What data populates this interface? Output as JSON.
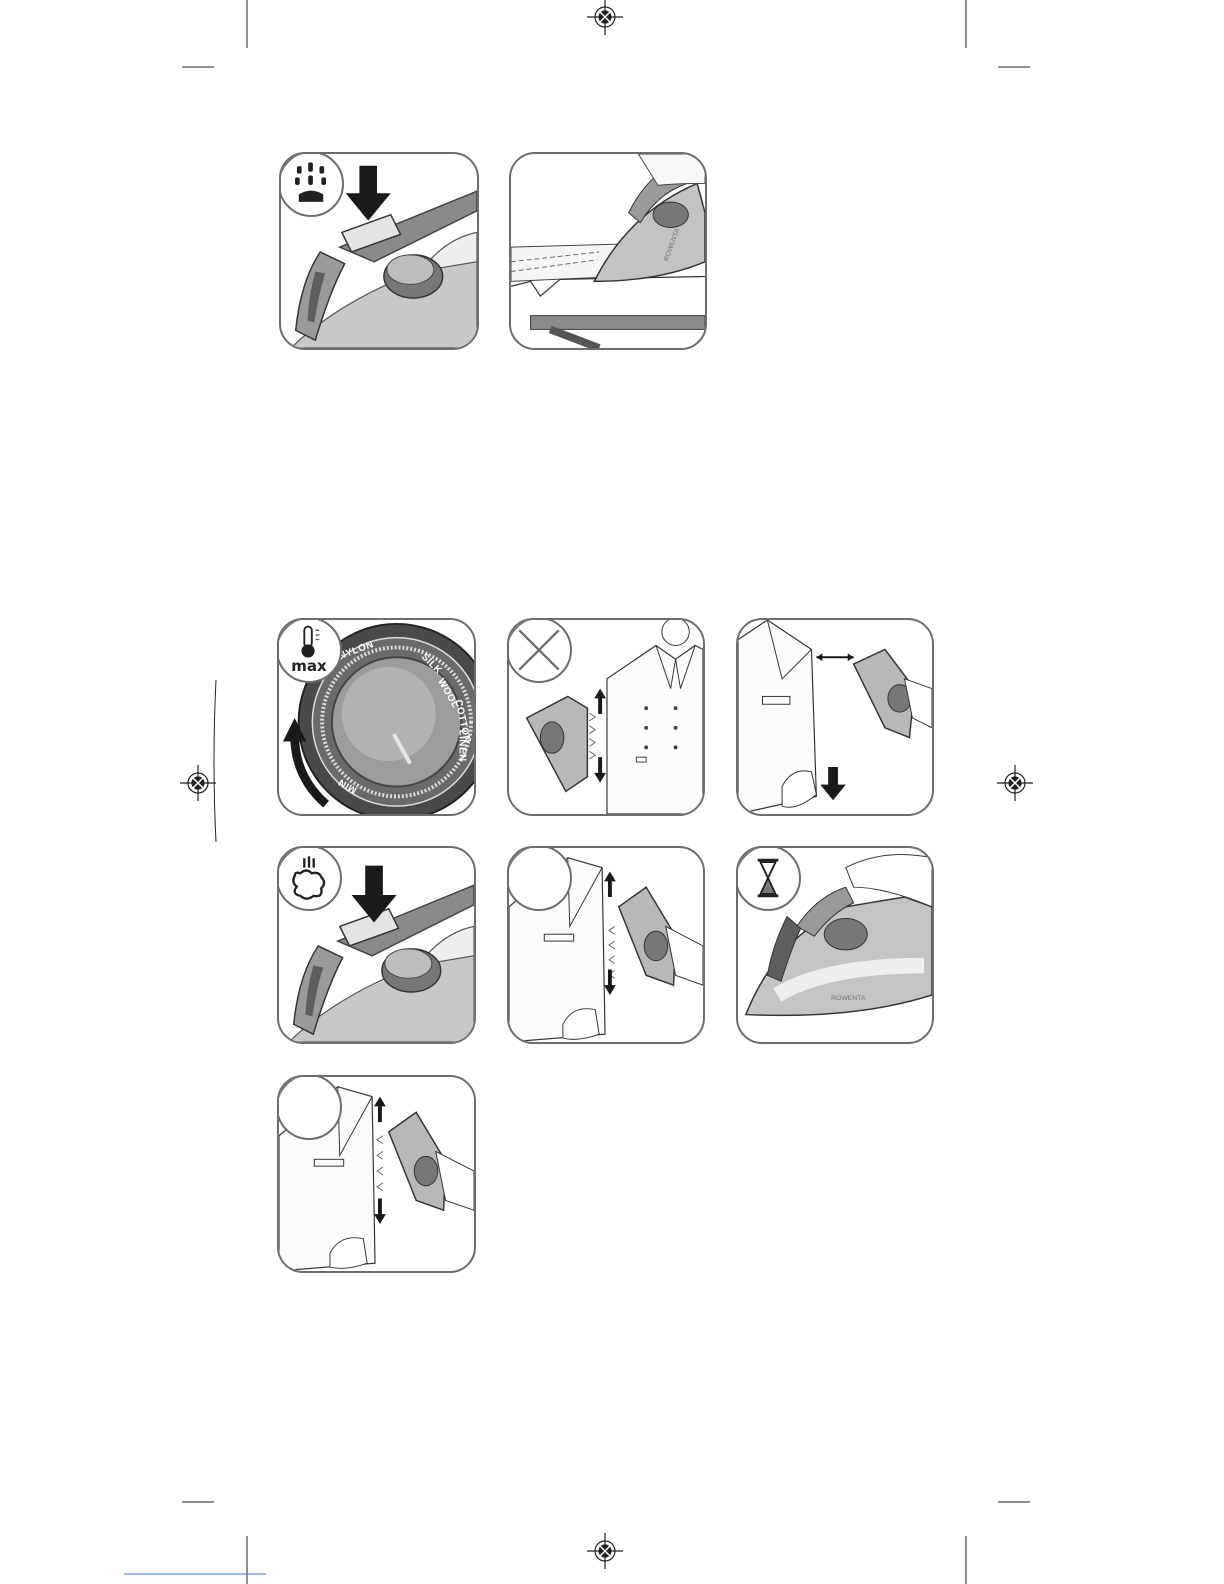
{
  "document": {
    "type": "iron-instruction-illustrations",
    "brand_text": "ROWENTA"
  },
  "figures": {
    "shot_of_steam": {
      "icon": "shot-of-steam-icon"
    },
    "ironing_board": {},
    "temperature_max": {
      "icon": "thermometer-icon",
      "badge_text": "max",
      "dial_labels": [
        "NYLON",
        "SILK",
        "WOOL",
        "COTTON",
        "LINEN",
        "MIN"
      ]
    },
    "vertical_steam_forbidden": {
      "icon": "prohibited-x-icon"
    },
    "vertical_distance": {},
    "steam_burst": {
      "icon": "steam-burst-icon"
    },
    "vertical_steam_jacket": {},
    "wait_cooldown": {
      "icon": "hourglass-icon"
    },
    "vertical_steam_jacket_2": {}
  },
  "colors": {
    "panel_border": "#6d6d6d",
    "iron_body": "#a9a9a9",
    "iron_dark": "#5e5e5e",
    "arrow": "#1a1a1a"
  }
}
